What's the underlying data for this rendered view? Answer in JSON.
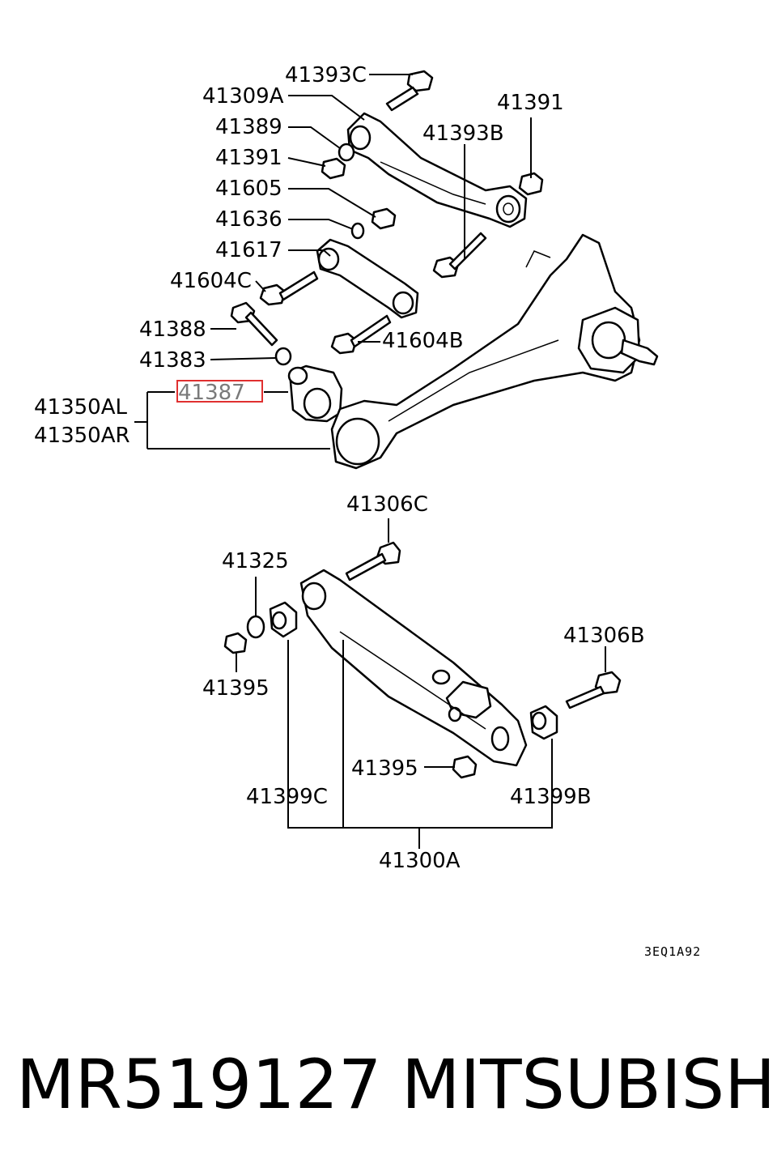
{
  "labels": {
    "l41393C": "41393C",
    "l41309A": "41309A",
    "l41391a": "41391",
    "l41389": "41389",
    "l41393B": "41393B",
    "l41391b": "41391",
    "l41605": "41605",
    "l41636": "41636",
    "l41617": "41617",
    "l41604C": "41604C",
    "l41388": "41388",
    "l41604B": "41604B",
    "l41383": "41383",
    "l41387": "41387",
    "l41350AL": "41350AL",
    "l41350AR": "41350AR",
    "l41306C": "41306C",
    "l41325": "41325",
    "l41395a": "41395",
    "l41306B": "41306B",
    "l41395b": "41395",
    "l41399C": "41399C",
    "l41399B": "41399B",
    "l41300A": "41300A"
  },
  "highlighted_label": "41387",
  "highlight_color": "#e03030",
  "diagram_code": "3EQ1A92",
  "caption": {
    "part_number": "MR519127",
    "brand": "MITSUBISHI"
  }
}
